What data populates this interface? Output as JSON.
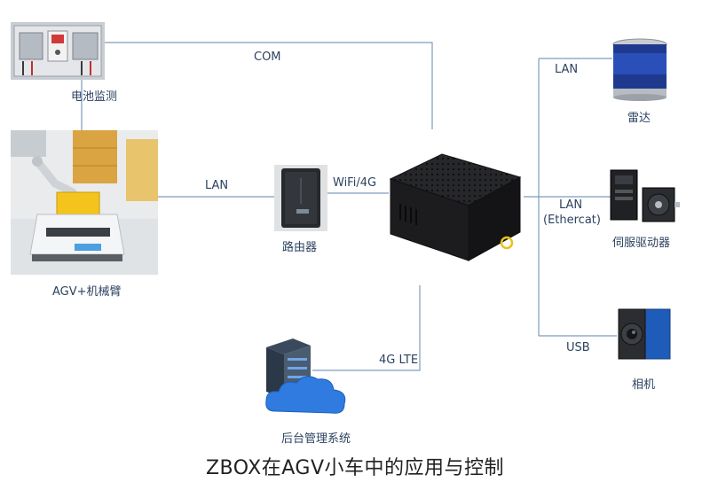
{
  "nodes": {
    "battery": {
      "label": "电池监测",
      "icon": "battery-panel-image"
    },
    "agv": {
      "label": "AGV+机械臂",
      "icon": "agv-robot-arm-image"
    },
    "router": {
      "label": "路由器",
      "icon": "router-icon"
    },
    "zbox": {
      "label": "",
      "icon": "zbox-minipc-icon"
    },
    "server": {
      "label": "后台管理系统",
      "icon": "server-cloud-icon"
    },
    "lidar": {
      "label": "雷达",
      "icon": "lidar-icon"
    },
    "servo": {
      "label": "伺服驱动器",
      "icon": "servo-drive-icon"
    },
    "camera": {
      "label": "相机",
      "icon": "camera-icon"
    }
  },
  "links": {
    "com": "COM",
    "lan_agv": "LAN",
    "wifi": "WiFi/4G",
    "lte": "4G LTE",
    "lan_lidar": "LAN",
    "lan_servo": "LAN",
    "ethercat": "(Ethercat)",
    "usb": "USB"
  },
  "title": "ZBOX在AGV小车中的应用与控制",
  "colors": {
    "line": "#7f9bbf",
    "text": "#2d4260",
    "zbox": "#1c1c1e",
    "ring": "#e8c21a",
    "cloud": "#2f7be0"
  }
}
